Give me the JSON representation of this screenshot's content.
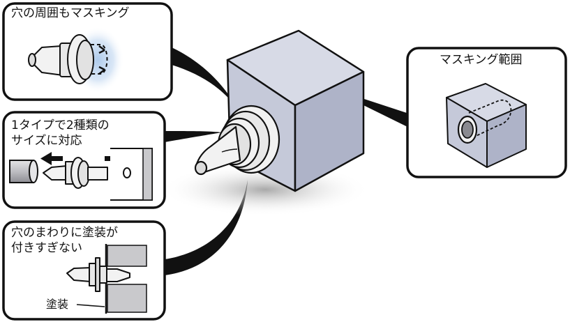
{
  "panels": {
    "top_left": {
      "caption": "穴の周囲もマスキング"
    },
    "middle_left": {
      "caption_line1": "1タイプで2種類の",
      "caption_line2": "サイズに対応"
    },
    "bottom_left": {
      "caption_line1": "穴のまわりに塗装が",
      "caption_line2": "付きすぎない",
      "paint_label": "塗装"
    },
    "right": {
      "caption": "マスキング範囲"
    }
  },
  "colors": {
    "outline": "#111111",
    "cube_top": "#d7dae6",
    "cube_left": "#c5c9d9",
    "cube_right": "#aeb3c8",
    "cube_shadow": "#b5b5b5",
    "plug_fill": "#f2f2f2",
    "plug_shade": "#cfcfcf",
    "wall_gray": "#c9c9cc",
    "masking_glow": "#aac8ea",
    "arrow": "#111111"
  }
}
